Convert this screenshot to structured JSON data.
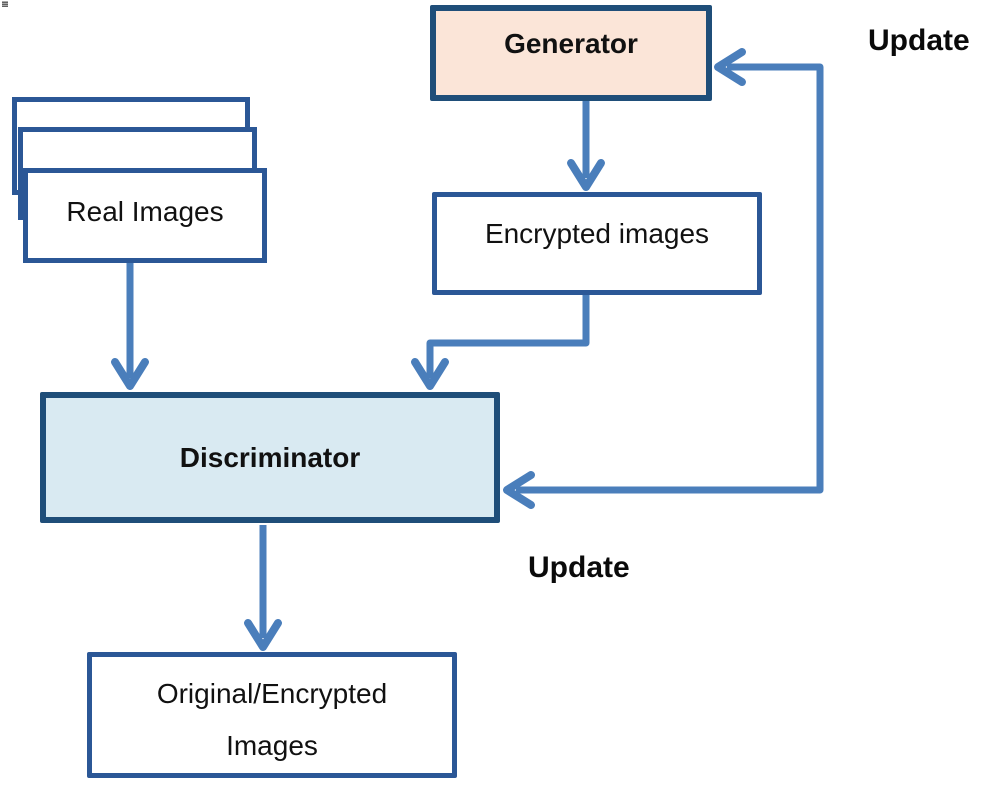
{
  "colors": {
    "arrow": "#4a7ebb",
    "border-navy": "#2b5796",
    "border-dark": "#1f4e79",
    "generator-fill": "#fbe5d8",
    "discriminator-fill": "#d9eaf2"
  },
  "nodes": {
    "generator": {
      "label": "Generator"
    },
    "real_images": {
      "label": "Real Images"
    },
    "encrypted_images": {
      "label": "Encrypted images"
    },
    "discriminator": {
      "label": "Discriminator"
    },
    "output_images": {
      "label": "Original/Encrypted Images"
    }
  },
  "annotations": {
    "update_generator": "Update",
    "update_discriminator": "Update"
  },
  "edges": [
    {
      "from": "real_images",
      "to": "discriminator"
    },
    {
      "from": "generator",
      "to": "encrypted_images"
    },
    {
      "from": "encrypted_images",
      "to": "discriminator"
    },
    {
      "from": "discriminator",
      "to": "output_images"
    },
    {
      "from": "update_feedback",
      "to": "generator",
      "label": "Update"
    },
    {
      "from": "update_feedback",
      "to": "discriminator",
      "label": "Update"
    }
  ]
}
